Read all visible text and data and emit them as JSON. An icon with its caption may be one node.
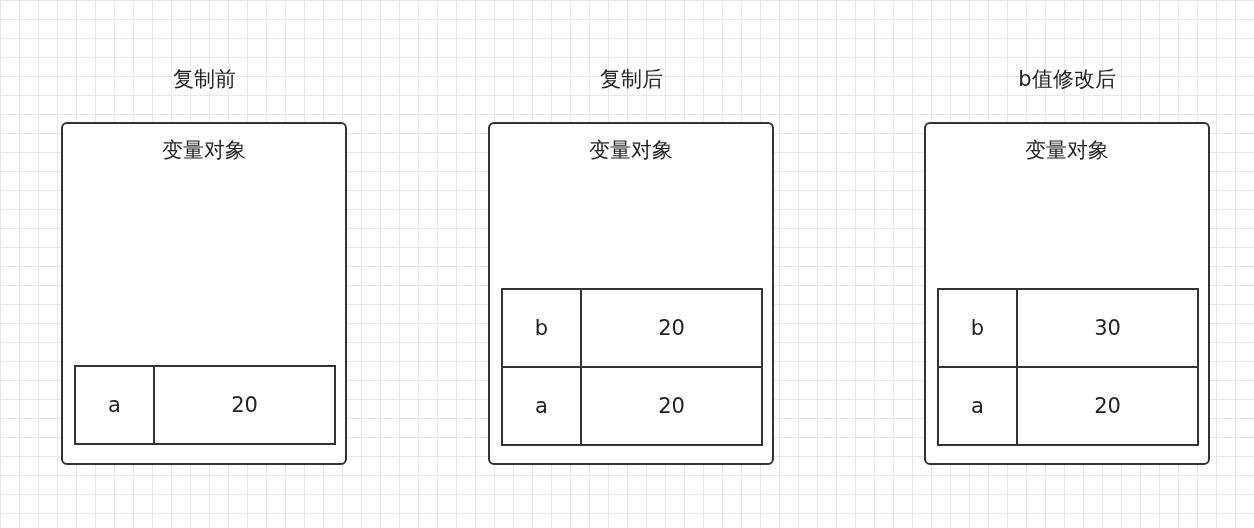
{
  "diagram": {
    "nodes": [
      {
        "text": [
          "复制前",
          "变量对象"
        ]
      },
      {
        "text": [
          "a"
        ],
        "in": 0
      },
      {
        "text": [
          "20"
        ],
        "in": 0
      },
      {
        "text": [
          "复制后",
          "变量对象"
        ]
      },
      {
        "text": [
          "b"
        ],
        "in": 3
      },
      {
        "text": [
          "20"
        ],
        "in": 3
      },
      {
        "text": [
          "a"
        ],
        "in": 3
      },
      {
        "text": [
          "20"
        ],
        "in": 3
      },
      {
        "text": [
          "b值修改后",
          "变量对象"
        ]
      },
      {
        "text": [
          "b"
        ],
        "in": 8
      },
      {
        "text": [
          "30"
        ],
        "in": 8
      },
      {
        "text": [
          "a"
        ],
        "in": 8
      },
      {
        "text": [
          "20"
        ],
        "in": 8
      }
    ]
  }
}
